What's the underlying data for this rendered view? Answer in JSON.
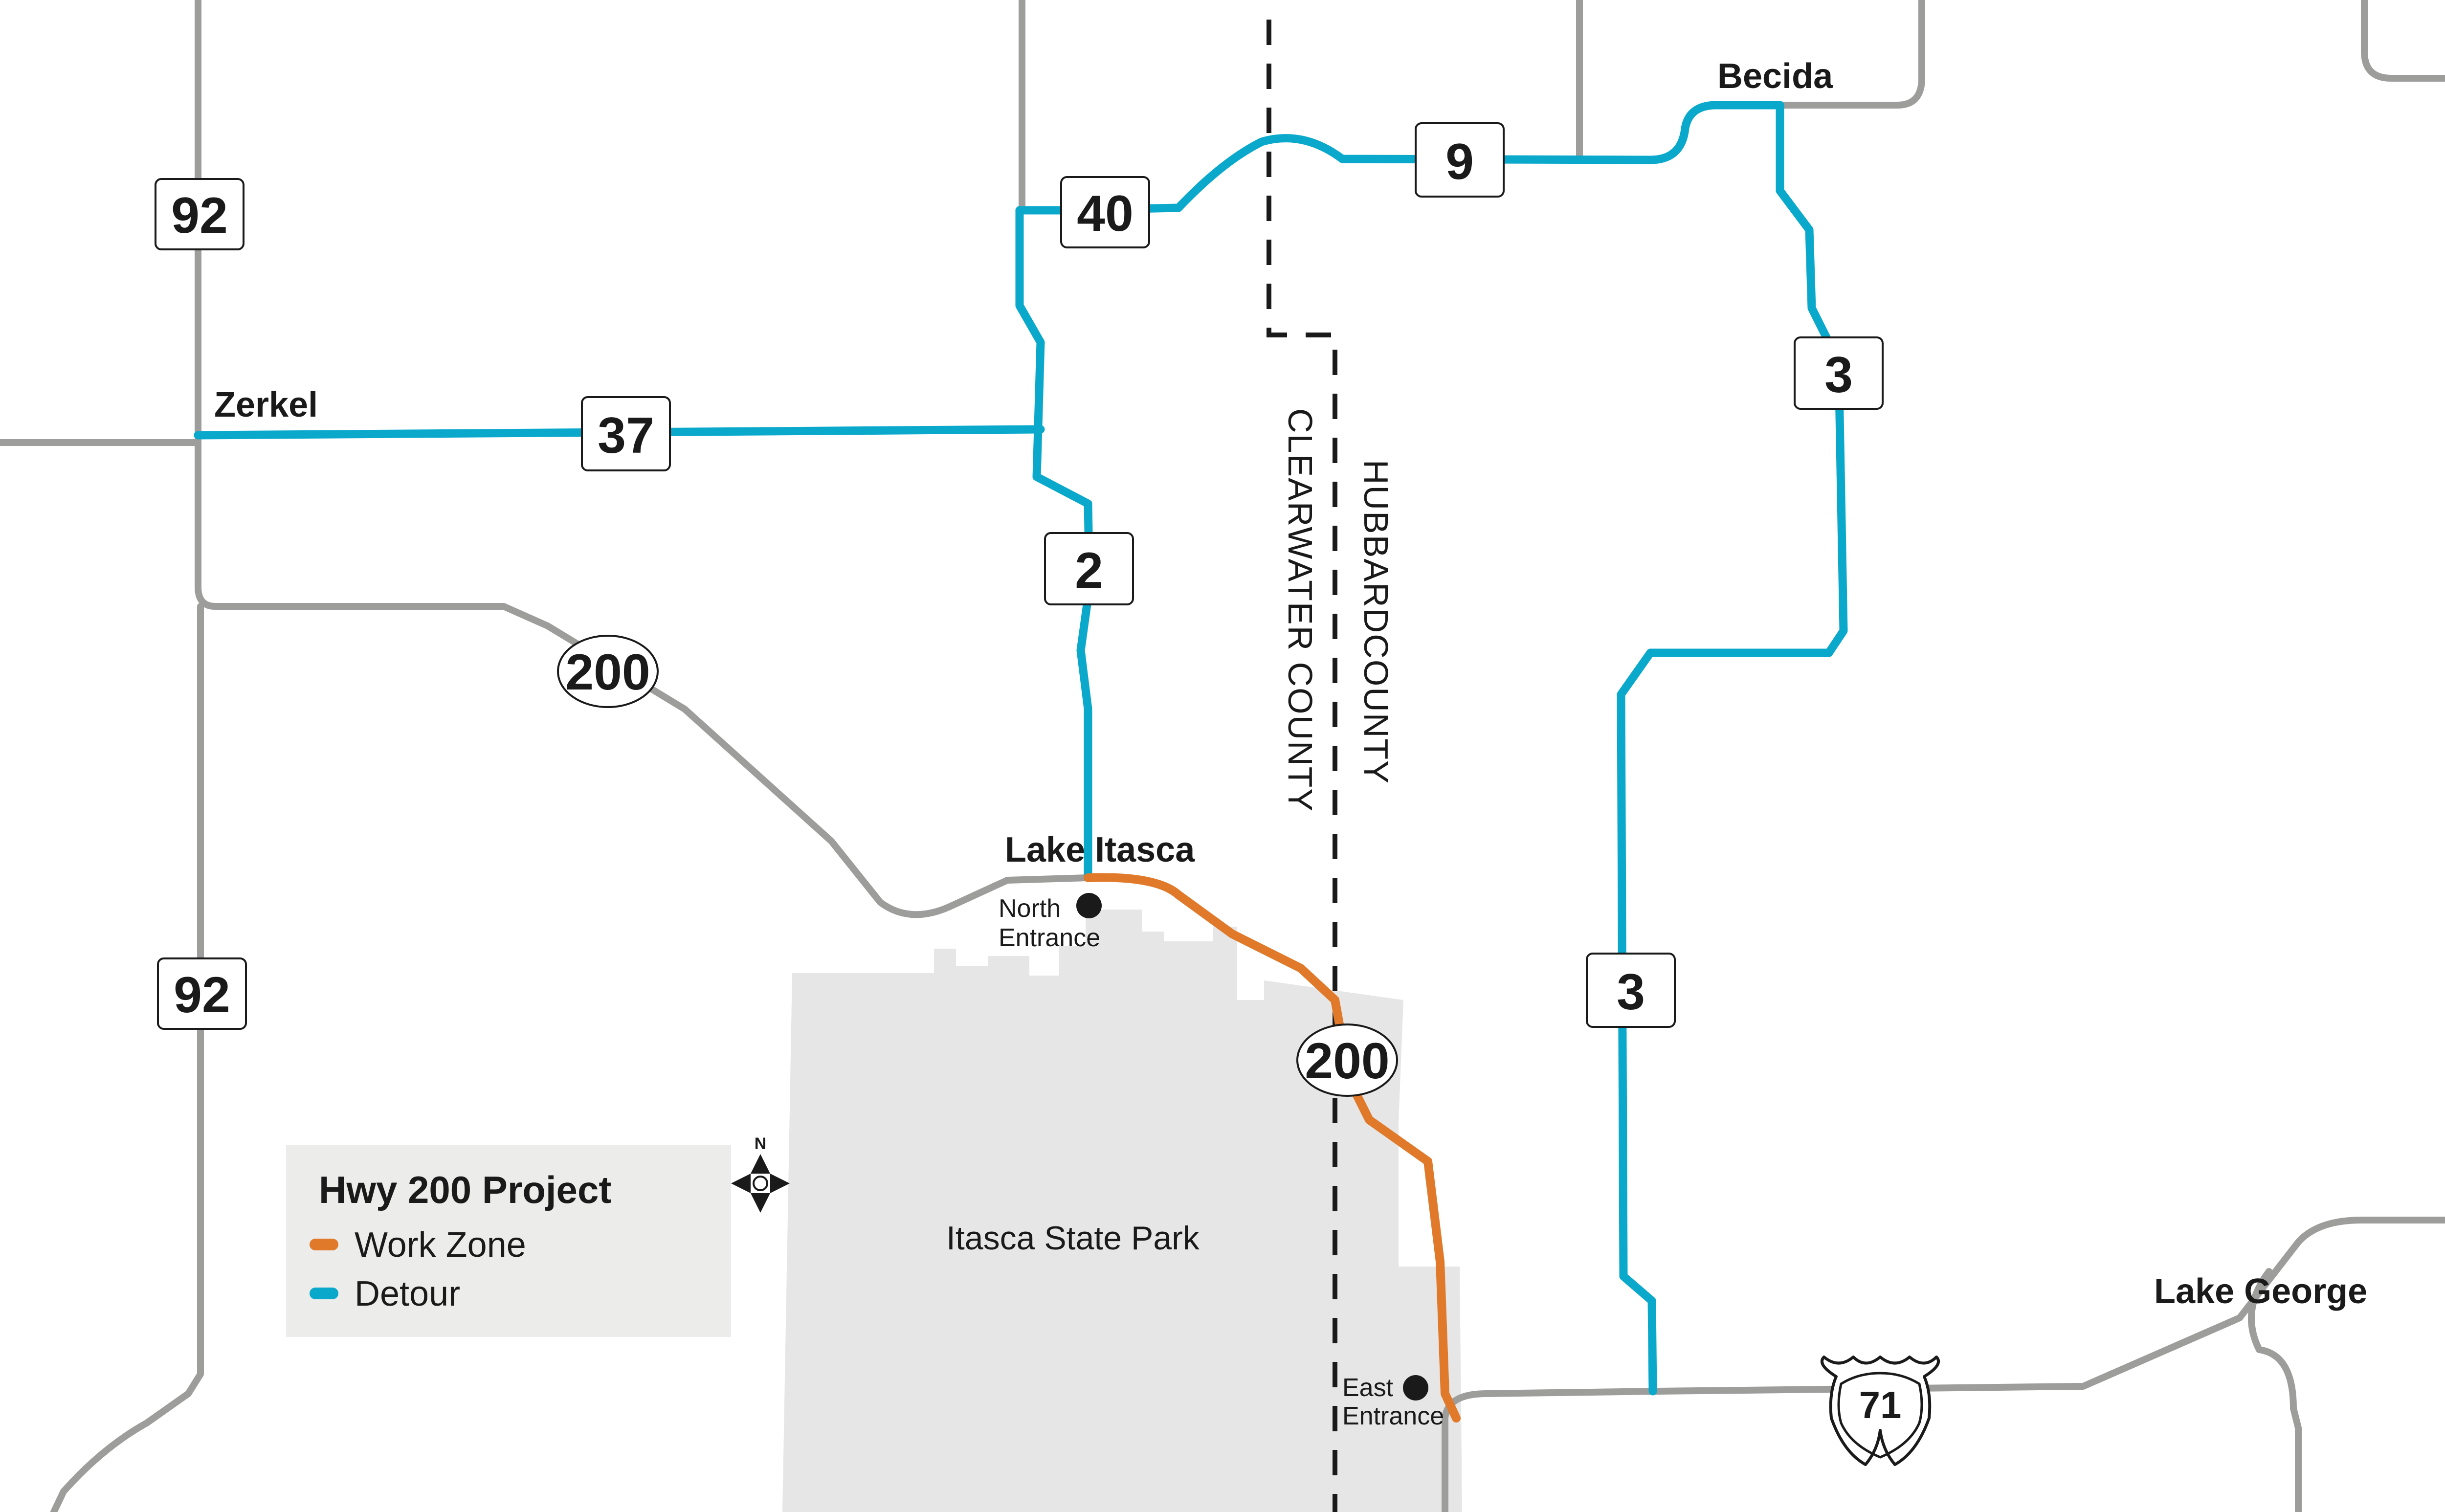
{
  "map": {
    "places": {
      "becida": "Becida",
      "zerkel": "Zerkel",
      "lake_itasca": "Lake Itasca",
      "lake_george": "Lake George",
      "park": "Itasca State Park",
      "north_entrance_1": "North",
      "north_entrance_2": "Entrance",
      "east_entrance_1": "East",
      "east_entrance_2": "Entrance"
    },
    "counties": {
      "hubbard": "HUBBARDCOUNTY",
      "clearwater": "CLEARWATER COUNTY"
    },
    "shields": {
      "r92_north": "92",
      "r92_south": "92",
      "r40": "40",
      "r9": "9",
      "r37": "37",
      "r2": "2",
      "r3_north": "3",
      "r3_south": "3",
      "hwy200_west": "200",
      "hwy200_center": "200",
      "us71": "71"
    },
    "compass": {
      "north": "N"
    }
  },
  "legend": {
    "title": "Hwy 200 Project",
    "items": [
      {
        "label": "Work Zone",
        "color": "#e07a2a"
      },
      {
        "label": "Detour",
        "color": "#0aa9cc"
      }
    ]
  },
  "colors": {
    "road": "#9d9d9b",
    "detour": "#0aa9cc",
    "work_zone": "#e07a2a",
    "park_fill": "#e6e6e7",
    "legend_bg": "#ececea",
    "county_line": "#1a1a1a"
  }
}
